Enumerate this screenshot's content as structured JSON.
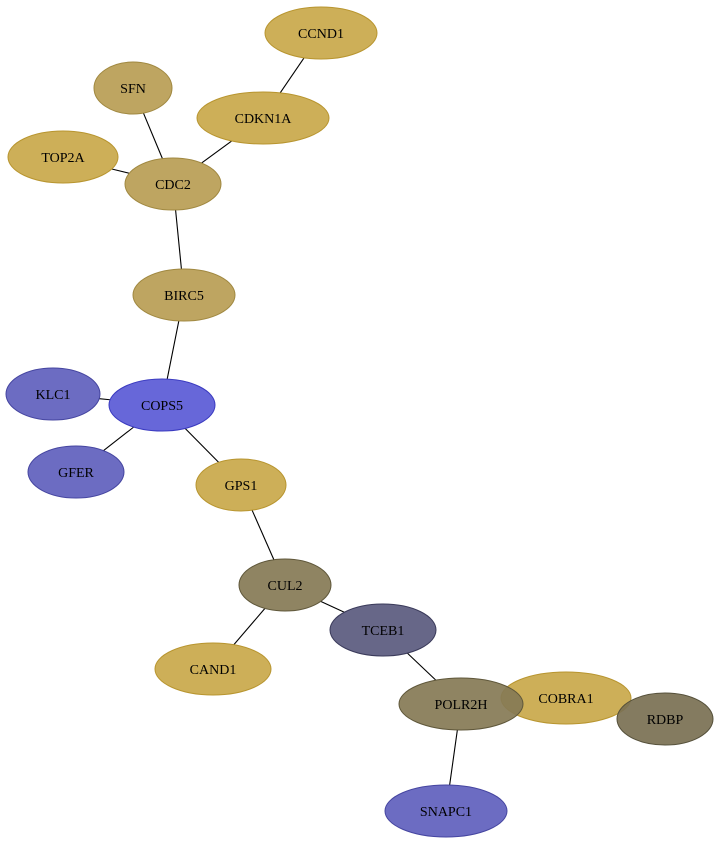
{
  "colors": {
    "gold": "#c9a84a",
    "gold_stroke": "#b8952f",
    "khaki": "#b89d54",
    "khaki_stroke": "#a08840",
    "blue_bright": "#5a5ad6",
    "blue_bright_stroke": "#3a3ac0",
    "blue": "#5f5fbd",
    "blue_stroke": "#4545a0",
    "slate": "#5a5a7e",
    "slate_stroke": "#3a3a5a",
    "olive": "#857a55",
    "olive_stroke": "#5f573a",
    "dark_olive": "#797052",
    "dark_olive_stroke": "#55503a"
  },
  "nodes": [
    {
      "id": "CCND1",
      "label": "CCND1",
      "color": "gold"
    },
    {
      "id": "SFN",
      "label": "SFN",
      "color": "khaki"
    },
    {
      "id": "CDKN1A",
      "label": "CDKN1A",
      "color": "gold"
    },
    {
      "id": "TOP2A",
      "label": "TOP2A",
      "color": "gold"
    },
    {
      "id": "CDC2",
      "label": "CDC2",
      "color": "khaki"
    },
    {
      "id": "BIRC5",
      "label": "BIRC5",
      "color": "khaki"
    },
    {
      "id": "KLC1",
      "label": "KLC1",
      "color": "blue"
    },
    {
      "id": "COPS5",
      "label": "COPS5",
      "color": "blue_bright"
    },
    {
      "id": "GFER",
      "label": "GFER",
      "color": "blue"
    },
    {
      "id": "GPS1",
      "label": "GPS1",
      "color": "gold"
    },
    {
      "id": "CUL2",
      "label": "CUL2",
      "color": "olive"
    },
    {
      "id": "CAND1",
      "label": "CAND1",
      "color": "gold"
    },
    {
      "id": "TCEB1",
      "label": "TCEB1",
      "color": "slate"
    },
    {
      "id": "COBRA1",
      "label": "COBRA1",
      "color": "gold"
    },
    {
      "id": "POLR2H",
      "label": "POLR2H",
      "color": "olive"
    },
    {
      "id": "RDBP",
      "label": "RDBP",
      "color": "dark_olive"
    },
    {
      "id": "SNAPC1",
      "label": "SNAPC1",
      "color": "blue"
    }
  ],
  "edges": [
    [
      "CCND1",
      "CDKN1A"
    ],
    [
      "CDKN1A",
      "CDC2"
    ],
    [
      "SFN",
      "CDC2"
    ],
    [
      "TOP2A",
      "CDC2"
    ],
    [
      "CDC2",
      "BIRC5"
    ],
    [
      "BIRC5",
      "COPS5"
    ],
    [
      "KLC1",
      "COPS5"
    ],
    [
      "COPS5",
      "GFER"
    ],
    [
      "COPS5",
      "GPS1"
    ],
    [
      "GPS1",
      "CUL2"
    ],
    [
      "CUL2",
      "CAND1"
    ],
    [
      "CUL2",
      "TCEB1"
    ],
    [
      "TCEB1",
      "POLR2H"
    ],
    [
      "POLR2H",
      "SNAPC1"
    ]
  ]
}
